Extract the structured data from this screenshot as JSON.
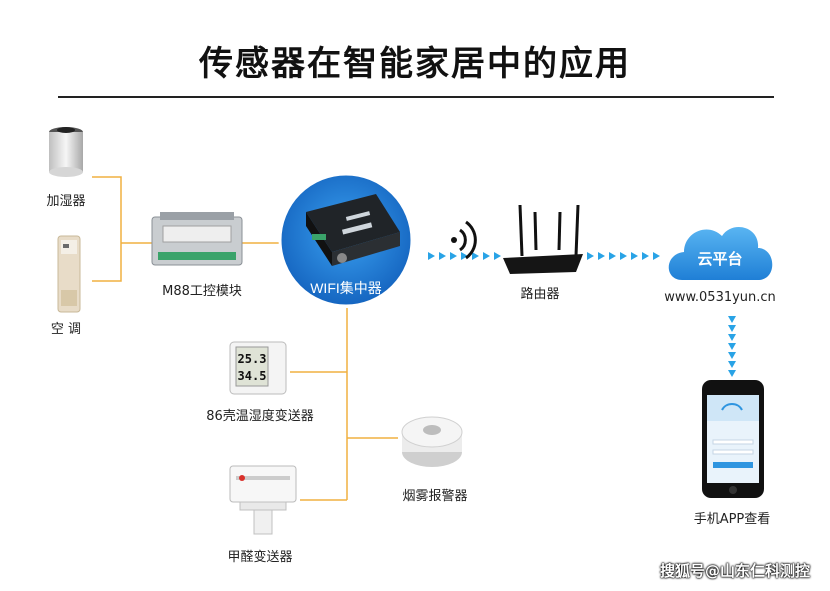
{
  "title": "传感器在智能家居中的应用",
  "nodes": {
    "humidifier": "加湿器",
    "air_conditioner": "空 调",
    "m88_module": "M88工控模块",
    "wifi_hub": "WIFI集中器",
    "router": "路由器",
    "cloud": "云平台",
    "cloud_url": "www.0531yun.cn",
    "mobile_app": "手机APP查看",
    "temp_humidity_sensor": "86壳温湿度变送器",
    "smoke_alarm": "烟雾报警器",
    "formaldehyde_sensor": "甲醛变送器"
  },
  "display_readings": {
    "temperature": "25.3",
    "humidity": "34.5"
  },
  "watermark": "搜狐号@山东仁科测控",
  "colors": {
    "connector_line": "#f0b040",
    "wireless_arrow": "#29a3e6",
    "hub_circle": "#1f7fd6",
    "cloud": "#2f95e0"
  }
}
